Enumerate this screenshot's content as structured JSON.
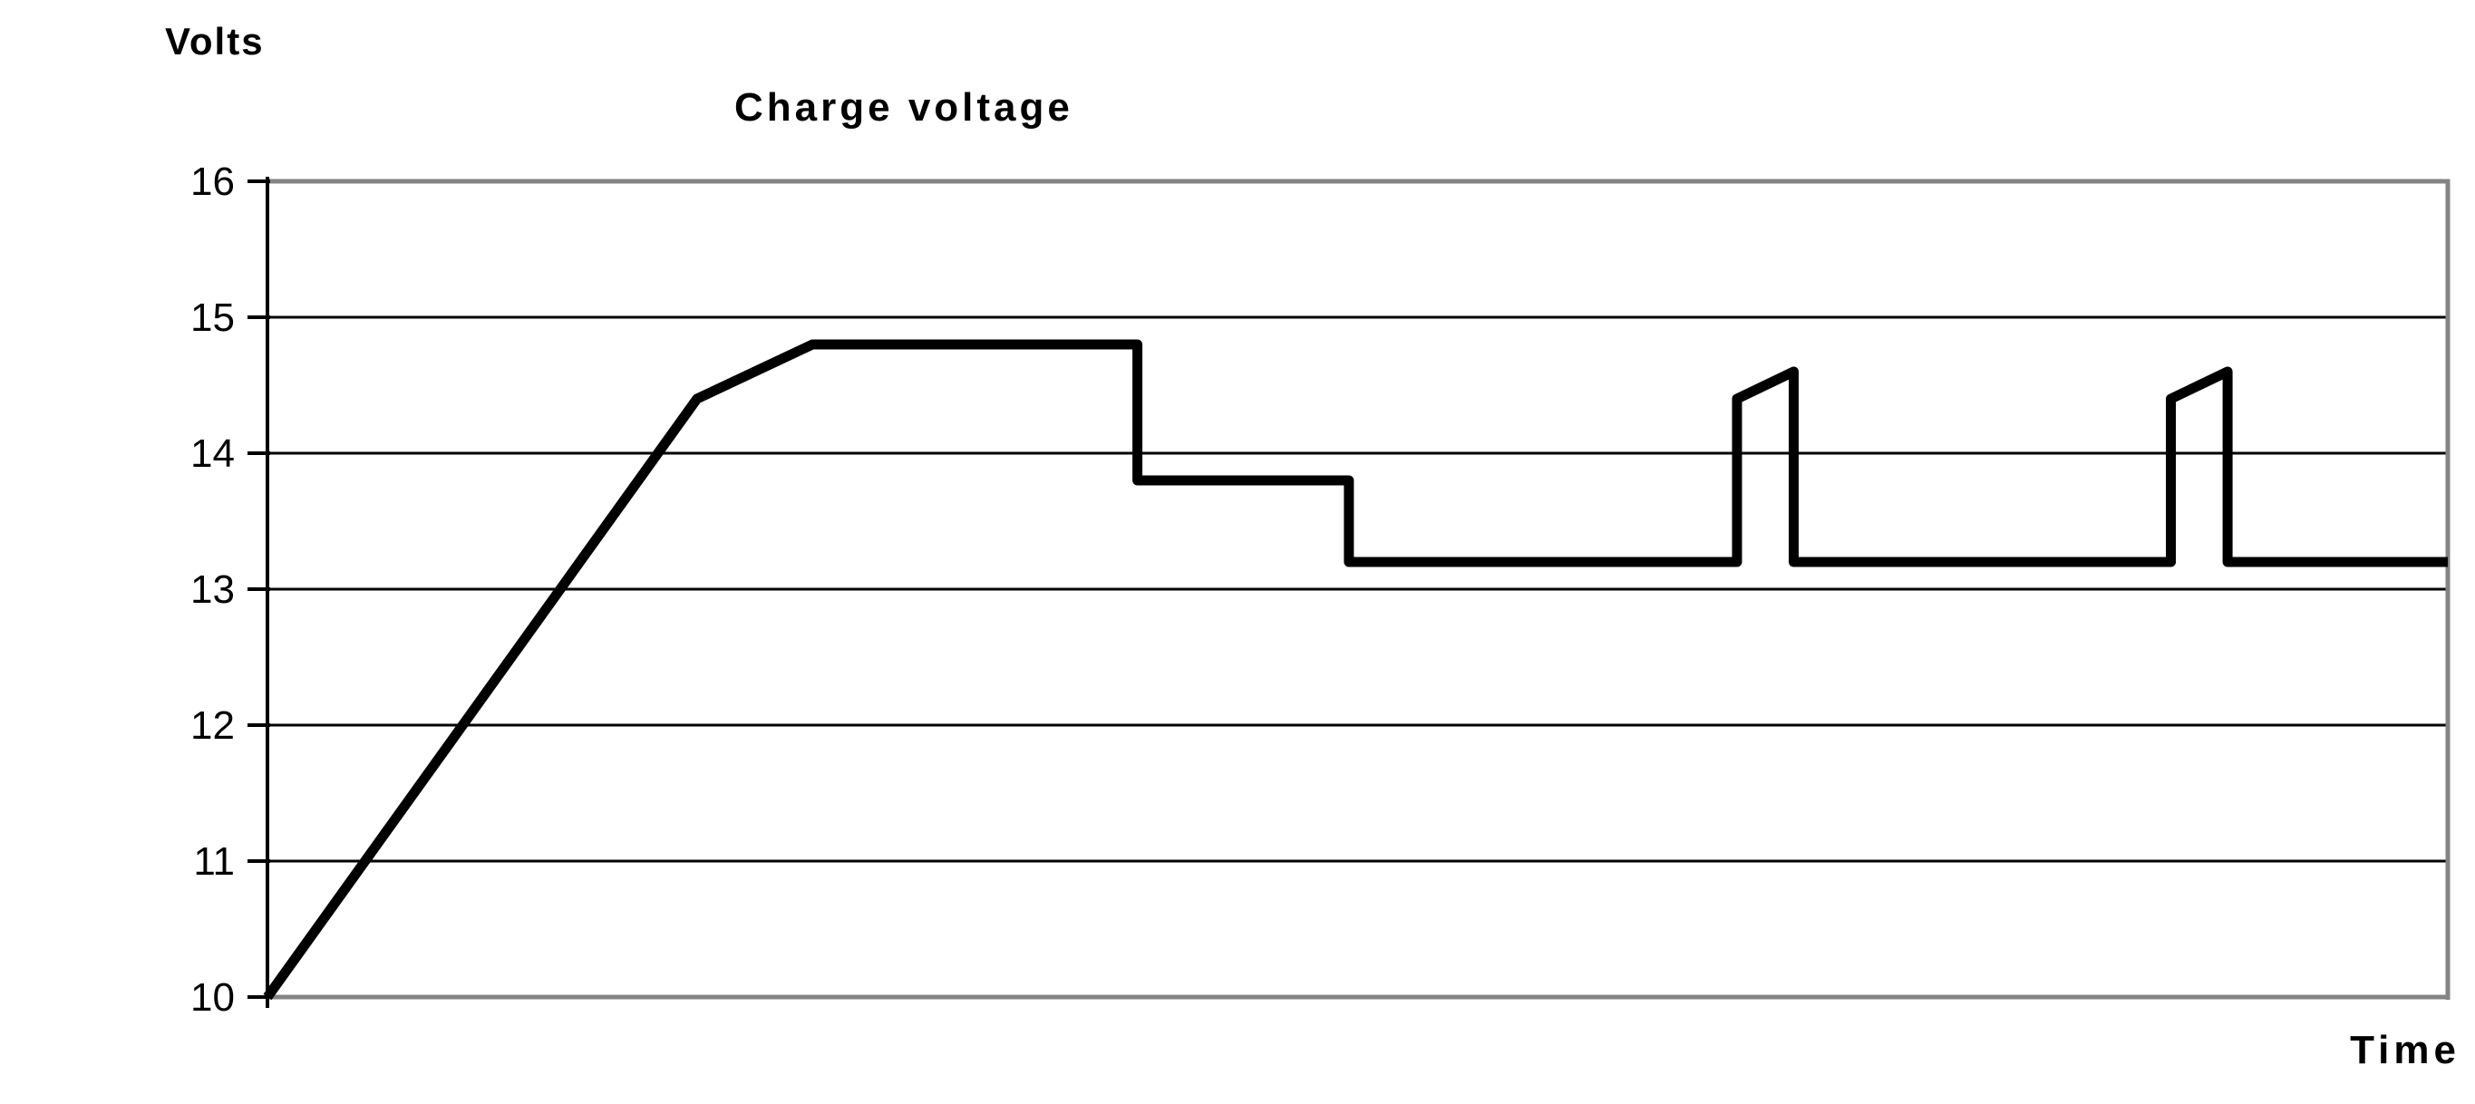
{
  "labels": {
    "y_axis_title": "Volts",
    "chart_title": "Charge voltage",
    "x_axis_title": "Time"
  },
  "chart_data": {
    "type": "line",
    "title": "Charge voltage",
    "xlabel": "Time",
    "ylabel": "Volts",
    "ylim": [
      10,
      16
    ],
    "yticks": [
      10,
      11,
      12,
      13,
      14,
      15,
      16
    ],
    "xlim": [
      0,
      100
    ],
    "x_tick_labels": [],
    "grid": "horizontal",
    "legend": "none",
    "series": [
      {
        "name": "Charge voltage",
        "points": [
          [
            0,
            10.0
          ],
          [
            19.7,
            14.4
          ],
          [
            25.0,
            14.8
          ],
          [
            39.9,
            14.8
          ],
          [
            39.9,
            13.8
          ],
          [
            49.6,
            13.8
          ],
          [
            49.6,
            13.2
          ],
          [
            67.4,
            13.2
          ],
          [
            67.4,
            14.4
          ],
          [
            70.0,
            14.6
          ],
          [
            70.0,
            13.2
          ],
          [
            87.3,
            13.2
          ],
          [
            87.3,
            14.4
          ],
          [
            89.9,
            14.6
          ],
          [
            89.9,
            13.2
          ],
          [
            100,
            13.2
          ]
        ]
      }
    ],
    "colors": {
      "line": "#000000",
      "gridline": "#000000",
      "frame": "#848484",
      "axis": "#000000",
      "text": "#000000",
      "background": "#ffffff"
    }
  }
}
